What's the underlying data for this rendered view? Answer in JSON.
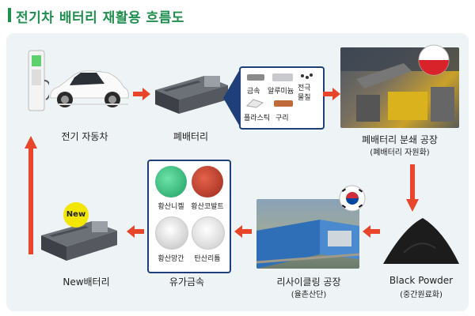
{
  "title": "전기차 배터리 재활용 흐름도",
  "nodes": {
    "ev": "전기 자동차",
    "waste_battery": "폐배터리",
    "plant": "폐배터리 분쇄 공장",
    "plant_sub": "(폐배터리 자원화)",
    "black_powder": "Black Powder",
    "black_powder_sub": "(중간원료화)",
    "recycling": "리사이클링 공장",
    "recycling_sub": "(율촌산단)",
    "organic_metal": "유가금속",
    "new_battery": "New배터리",
    "new_badge": "New"
  },
  "materials": [
    "금속",
    "알루미늄",
    "전극\n물질",
    "플라스틱",
    "구리"
  ],
  "metals": [
    "황산니켈",
    "황산코발트",
    "황산망간",
    "탄산리튬"
  ],
  "colors": {
    "accent": "#1f8f4e",
    "arrow": "#e8452a",
    "box_border": "#1f3f7a"
  }
}
